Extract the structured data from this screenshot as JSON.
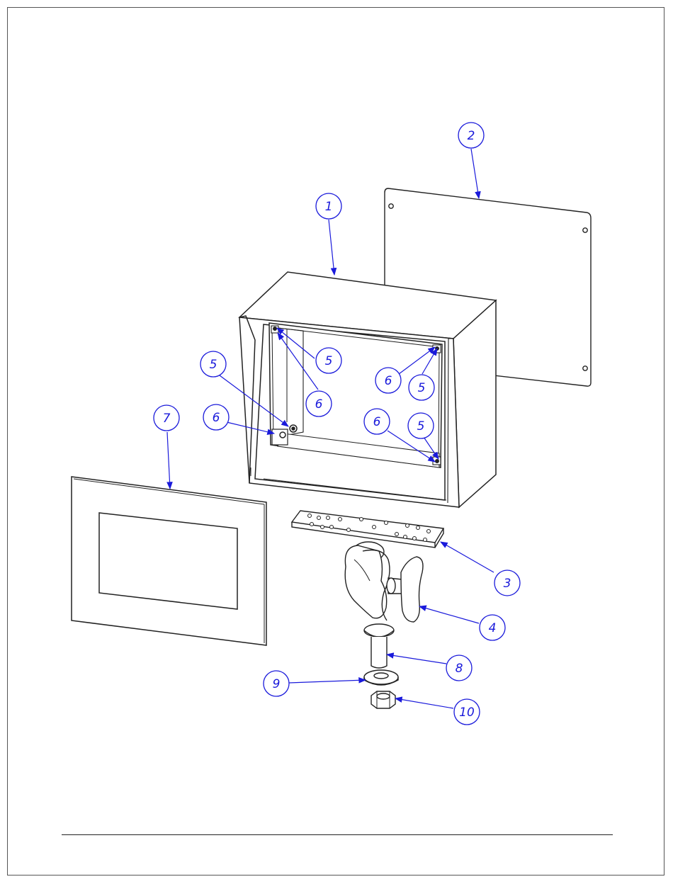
{
  "diagram": {
    "type": "exploded-assembly",
    "callouts": [
      {
        "label": "1",
        "part": "enclosure-housing"
      },
      {
        "label": "2",
        "part": "back-cover-plate"
      },
      {
        "label": "3",
        "part": "mounting-base-plate"
      },
      {
        "label": "4",
        "part": "ball-arm-clamp"
      },
      {
        "label": "5",
        "part": "screw"
      },
      {
        "label": "5",
        "part": "screw"
      },
      {
        "label": "5",
        "part": "screw"
      },
      {
        "label": "5",
        "part": "screw"
      },
      {
        "label": "6",
        "part": "bracket"
      },
      {
        "label": "6",
        "part": "bracket"
      },
      {
        "label": "6",
        "part": "bracket"
      },
      {
        "label": "6",
        "part": "bracket"
      },
      {
        "label": "7",
        "part": "display-panel"
      },
      {
        "label": "8",
        "part": "carriage-bolt"
      },
      {
        "label": "9",
        "part": "washer"
      },
      {
        "label": "10",
        "part": "lock-nut"
      }
    ],
    "colors": {
      "line": "#222222",
      "callout": "#1a1adb",
      "callout_text": "#1a1adb",
      "page_border": "#555555"
    }
  }
}
